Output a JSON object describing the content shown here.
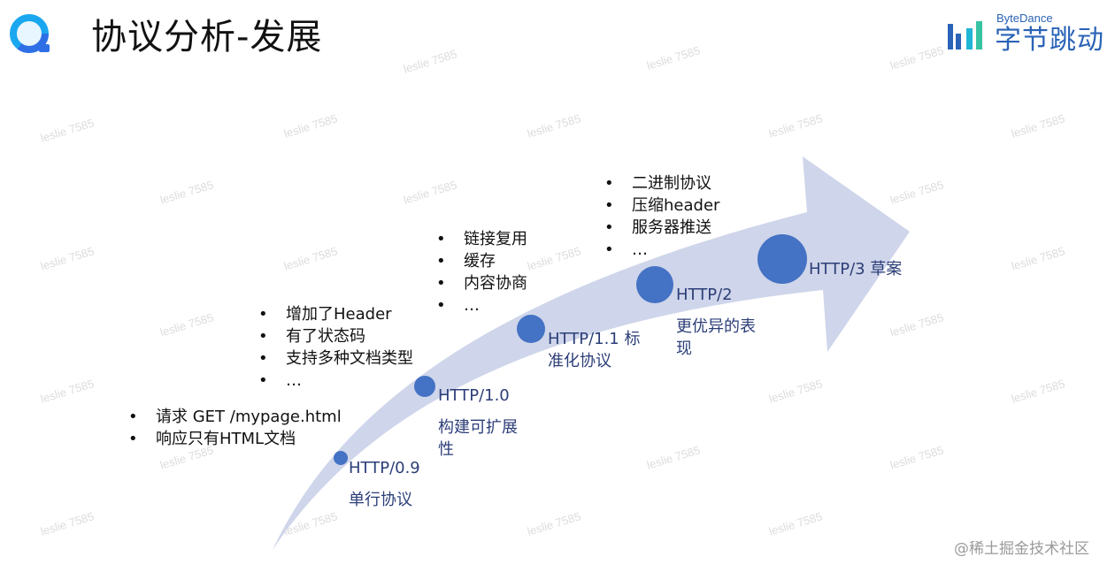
{
  "title": "协议分析-发展",
  "brand": {
    "en": "ByteDance",
    "cn": "字节跳动"
  },
  "watermark": "leslie 7585",
  "footer": "@稀土掘金技术社区",
  "stages": [
    {
      "label": "HTTP/0.9",
      "desc": "单行协议",
      "bullets": [
        "请求 GET /mypage.html",
        "响应只有HTML文档"
      ]
    },
    {
      "label": "HTTP/1.0",
      "desc_lines": [
        "构建可扩展",
        "性"
      ],
      "bullets": [
        "增加了Header",
        "有了状态码",
        "支持多种文档类型",
        "…"
      ]
    },
    {
      "label": "HTTP/1.1 标",
      "desc": "准化协议",
      "bullets": [
        "链接复用",
        "缓存",
        "内容协商",
        "…"
      ]
    },
    {
      "label": "HTTP/2",
      "desc_lines": [
        "更优异的表",
        "现"
      ],
      "bullets": [
        "二进制协议",
        "压缩header",
        "服务器推送",
        "…"
      ]
    },
    {
      "label": "HTTP/3 草案"
    }
  ],
  "colors": {
    "arrow": "#cfd5ea",
    "node": "#4472c4",
    "label": "#2c3e78",
    "brand": "#2a63b7"
  },
  "icons": {
    "logo": "q-logo-icon",
    "brand": "bytedance-bars-icon"
  }
}
